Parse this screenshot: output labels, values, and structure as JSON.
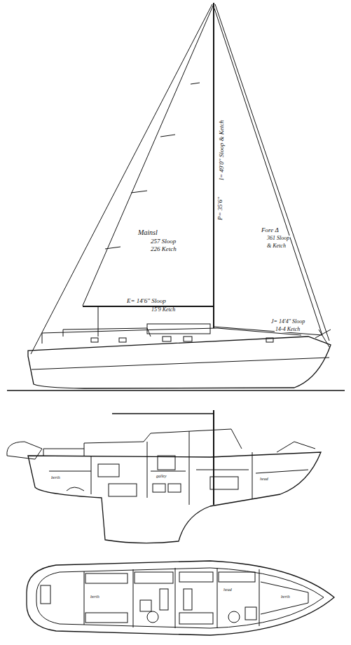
{
  "diagram": {
    "labels": [
      "Mainsl",
      "257 Sloop",
      "226 Ketch",
      "P= 35'6\"",
      "I= 49'0\" Sloop & Ketch",
      "Fore Δ",
      "361 Sloop",
      "& Ketch",
      "E= 14'6\" Sloop",
      "15'9 Ketch",
      "J= 14'4\" Sloop",
      "14-4 Ketch",
      "berth",
      "galley",
      "head",
      "berth",
      "berth",
      "head"
    ]
  }
}
